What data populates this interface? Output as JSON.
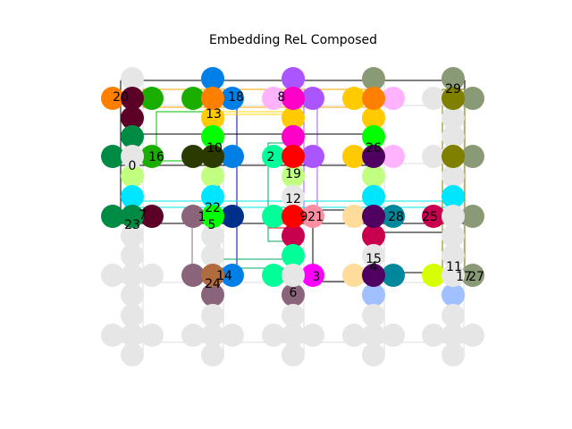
{
  "title": "Embedding ReL Composed",
  "grid": {
    "columns": 5,
    "rows": 5,
    "sub_offsets": [
      "top",
      "left",
      "right",
      "bottom",
      "center"
    ]
  },
  "node_colors": [
    "#e6e6e6",
    "#008b45",
    "#5c0027",
    "#ff8000",
    "#1aaf00",
    "#0080e6",
    "#ffca00",
    "#002f8a",
    "#aa55ff",
    "#ffb3ff",
    "#ff00c8",
    "#00ff00",
    "#2a3a00",
    "#c0ff80",
    "#00e6ff",
    "#00ff99",
    "#ff0000",
    "#c8004d",
    "#8a647a",
    "#ffdc99",
    "#4f0060",
    "#00879b",
    "#0b3a6e",
    "#7f8000",
    "#8a9a76",
    "#a0c0ff",
    "#b06b3f",
    "#ff00ff",
    "#d8ff00",
    "#ff8fa0"
  ],
  "labels": [
    "0",
    "1",
    "2",
    "3",
    "4",
    "5",
    "6",
    "7",
    "8",
    "9",
    "10",
    "11",
    "12",
    "13",
    "14",
    "15",
    "16",
    "17",
    "18",
    "19",
    "20",
    "21",
    "22",
    "23",
    "24",
    "25",
    "26",
    "27",
    "28",
    "29"
  ],
  "edge_colors": [
    "#000000",
    "#ffa500",
    "#00c000",
    "#0000aa",
    "#aa55ff",
    "#00e6e6",
    "#ffd700",
    "#8a647a",
    "#808000",
    "#ff0000",
    "#00aa66"
  ]
}
